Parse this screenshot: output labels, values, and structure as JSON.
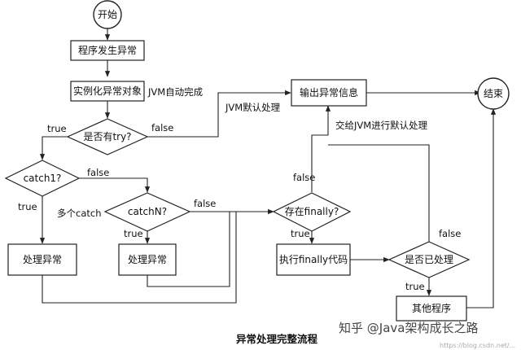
{
  "nodes": {
    "start": "开始",
    "occur": "程序发生异常",
    "instantiate": "实例化异常对象",
    "has_try": "是否有try?",
    "catch1": "catch1?",
    "catchN": "catchN?",
    "handle1": "处理异常",
    "handle2": "处理异常",
    "output": "输出异常信息",
    "has_finally": "存在finally?",
    "exec_finally": "执行finally代码",
    "handled": "是否已处理",
    "other": "其他程序",
    "end": "结束"
  },
  "labels": {
    "jvm_auto": "JVM自动完成",
    "jvm_default": "JVM默认处理",
    "to_jvm_default": "交给JVM进行默认处理",
    "multi_catch": "多个catch",
    "true": "true",
    "false": "false"
  },
  "caption": "异常处理完整流程",
  "watermark": {
    "main": "知乎 @Java架构成长之路",
    "sub": "https://blog.csdn.net/..."
  },
  "colors": {
    "stroke": "#222222",
    "background": "#ffffff"
  }
}
